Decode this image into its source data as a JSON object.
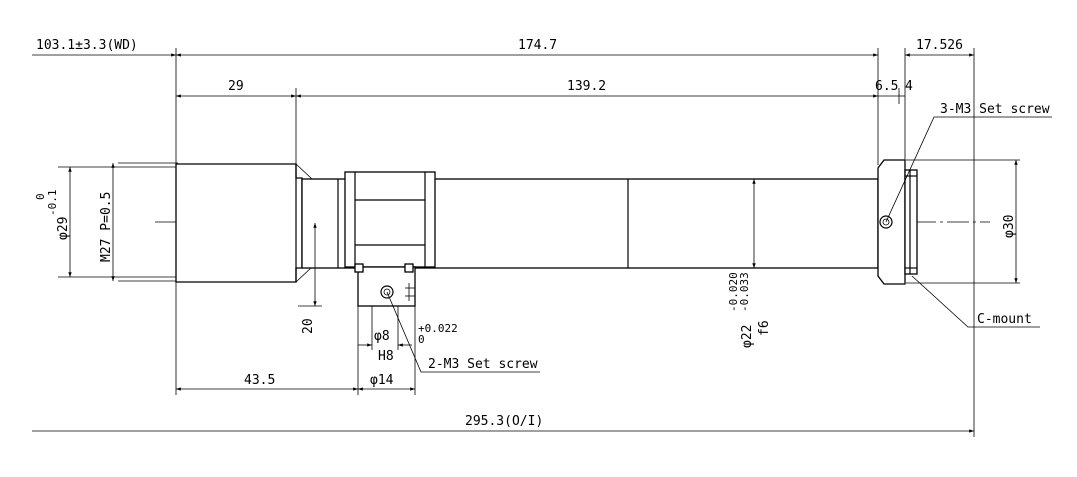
{
  "dimensions": {
    "wd": "103.1±3.3(WD)",
    "length_main": "174.7",
    "flange": "17.526",
    "seg_29": "29",
    "seg_139": "139.2",
    "seg_6_5": "6.5",
    "seg_4": "4",
    "dia_29": "φ29",
    "dia_29_tol_upper": "0",
    "dia_29_tol_lower": "-0.1",
    "thread": "M27 P=0.5",
    "dia_30": "φ30",
    "height_20": "20",
    "dia_8": "φ8",
    "dia_8_tol_upper": "+0.022",
    "dia_8_tol_lower": "0",
    "fit_h8": "H8",
    "dia_14": "φ14",
    "dist_43_5": "43.5",
    "dia_22": "φ22",
    "dia_22_tol_upper": "-0.020",
    "dia_22_tol_lower": "-0.033",
    "fit_f6": "f6",
    "total": "295.3(O/I)"
  },
  "callouts": {
    "set_screw_3": "3-M3 Set screw",
    "set_screw_2": "2-M3 Set screw",
    "c_mount": "C-mount"
  }
}
